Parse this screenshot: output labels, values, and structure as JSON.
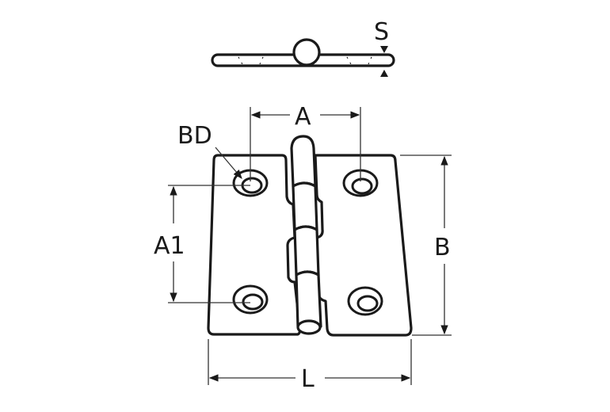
{
  "diagram": {
    "title": "Hinge dimension drawing",
    "stroke_color": "#1a1a1a",
    "background": "#ffffff",
    "labels": {
      "thickness": "S",
      "hole_diameter": "BD",
      "hole_spacing_horizontal": "A",
      "hole_spacing_vertical": "A1",
      "height": "B",
      "length": "L"
    },
    "views": [
      "side-view",
      "front-view"
    ]
  }
}
